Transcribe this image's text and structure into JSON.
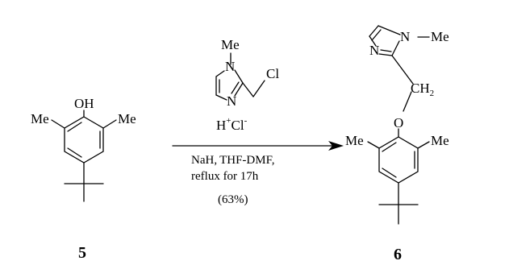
{
  "compound5": {
    "number": "5",
    "oh": "OH",
    "me_left": "Me",
    "me_right": "Me"
  },
  "reagent": {
    "me": "Me",
    "n_top": "N",
    "n_bottom": "N",
    "cl": "Cl",
    "h": "H",
    "h_charge": "+",
    "cl2": "Cl",
    "cl_charge": "-"
  },
  "conditions": {
    "nah": "NaH",
    "sep1": ",",
    "thf": "THF",
    "sep2": "-",
    "dmf": "DMF",
    "sep3": ",",
    "line2": "reflux for 17h",
    "yield": "(63%)"
  },
  "product6": {
    "number": "6",
    "n_ring": "N",
    "n_methyl": "N",
    "me_n": "Me",
    "ch": "CH",
    "ch_sub": "2",
    "o": "O",
    "me_left": "Me",
    "me_right": "Me"
  }
}
